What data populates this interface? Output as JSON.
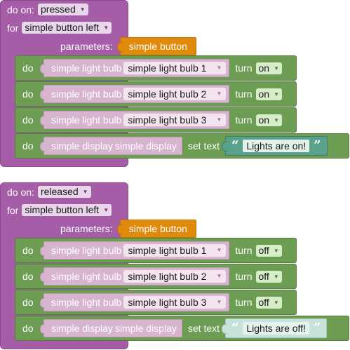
{
  "blocks": [
    {
      "do_on_label": "do on:",
      "event_value": "pressed",
      "for_label": "for",
      "button_value": "simple button left",
      "parameters_label": "parameters:",
      "parameter_value": "simple button",
      "actions": [
        {
          "do_label": "do",
          "device_type": "simple light bulb",
          "device_value": "simple light bulb 1",
          "action_label": "turn",
          "state_value": "on"
        },
        {
          "do_label": "do",
          "device_type": "simple light bulb",
          "device_value": "simple light bulb 2",
          "action_label": "turn",
          "state_value": "on"
        },
        {
          "do_label": "do",
          "device_type": "simple light bulb",
          "device_value": "simple light bulb 3",
          "action_label": "turn",
          "state_value": "on"
        }
      ],
      "display_action": {
        "do_label": "do",
        "device_type": "simple display",
        "device_value": "simple display",
        "action_label": "set text",
        "text_value": "Lights are on!"
      }
    },
    {
      "do_on_label": "do on:",
      "event_value": "released",
      "for_label": "for",
      "button_value": "simple button left",
      "parameters_label": "parameters:",
      "parameter_value": "simple button",
      "actions": [
        {
          "do_label": "do",
          "device_type": "simple light bulb",
          "device_value": "simple light bulb 1",
          "action_label": "turn",
          "state_value": "off"
        },
        {
          "do_label": "do",
          "device_type": "simple light bulb",
          "device_value": "simple light bulb 2",
          "action_label": "turn",
          "state_value": "off"
        },
        {
          "do_label": "do",
          "device_type": "simple light bulb",
          "device_value": "simple light bulb 3",
          "action_label": "turn",
          "state_value": "off"
        }
      ],
      "display_action": {
        "do_label": "do",
        "device_type": "simple display",
        "device_value": "simple display",
        "action_label": "set text",
        "text_value": "Lights are off!"
      }
    }
  ],
  "icons": {
    "dropdown": "chevron-down-icon",
    "quote_open": "quote-open-icon",
    "quote_close": "quote-close-icon"
  },
  "colors": {
    "event_block": "#a65da8",
    "action_block": "#6d9d52",
    "parameter_chip": "#e08a0b",
    "device_chip": "#d7b5cf",
    "text_chip_active": "#5aa18c",
    "text_chip_inactive": "#c7e2d8"
  }
}
